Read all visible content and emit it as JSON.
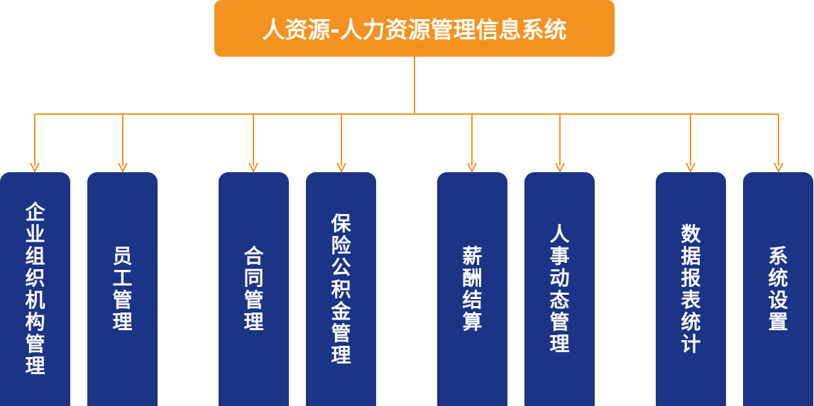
{
  "root": {
    "title": "人资源-人力资源管理信息系统"
  },
  "modules": [
    {
      "label": "企业组织机构管理"
    },
    {
      "label": "员工管理"
    },
    {
      "label": "合同管理"
    },
    {
      "label": "保险公积金管理"
    },
    {
      "label": "薪酬结算"
    },
    {
      "label": "人事动态管理"
    },
    {
      "label": "数据报表统计"
    },
    {
      "label": "系统设置"
    }
  ],
  "colors": {
    "root": "#f39220",
    "connector": "#f39220",
    "module": "#1c3486",
    "text": "#ffffff"
  }
}
